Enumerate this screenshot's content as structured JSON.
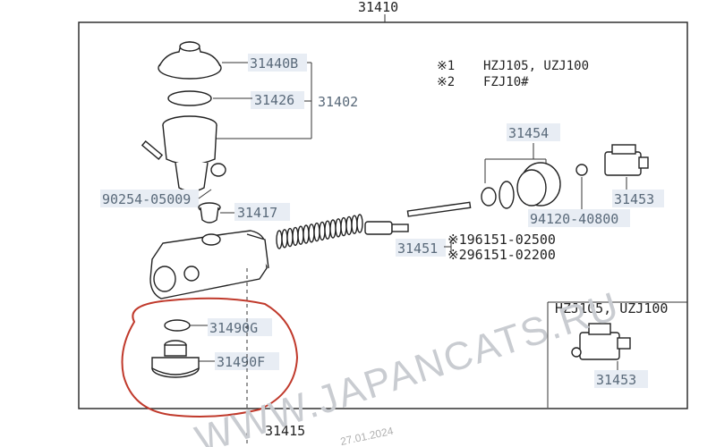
{
  "diagram": {
    "assembly_number": "31410",
    "bottom_number": "31415",
    "notes": [
      {
        "mark": "※1",
        "text": "HZJ105, UZJ100"
      },
      {
        "mark": "※2",
        "text": "FZJ10#"
      }
    ],
    "parts": {
      "cap": "31440B",
      "gasket": "31426",
      "reservoir_group": "31402",
      "pin": "90254-05009",
      "grommet": "31417",
      "piston_kit": "31454",
      "switch_right": "31453",
      "ring": "94120-40800",
      "push_rod": "31451",
      "rod_alt_1": "※196151-02500",
      "rod_alt_2": "※296151-02200",
      "oring": "31490G",
      "plug": "31490F",
      "switch_inset": "31453"
    },
    "inset_title": "HZJ105, UZJ100",
    "watermark": "WWW.JAPANCATS.RU",
    "date": "27.01.2024",
    "highlight_color": "#c0392b"
  }
}
